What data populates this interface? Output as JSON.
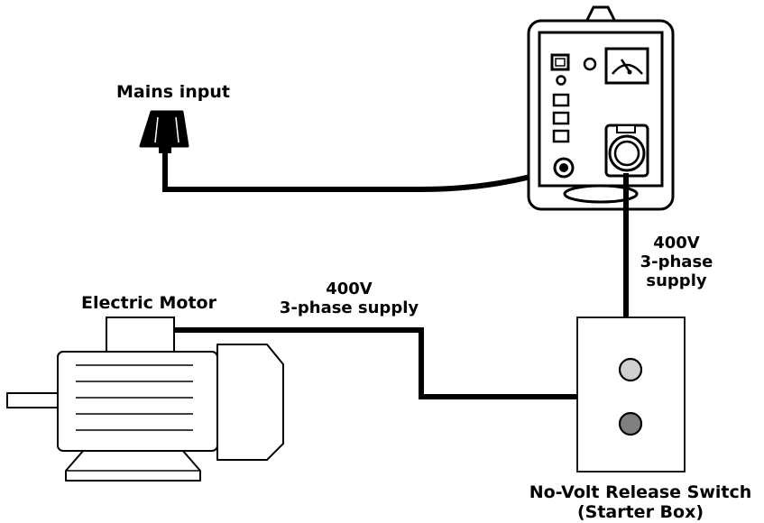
{
  "labels": {
    "mains_input": "Mains input",
    "electric_motor": "Electric Motor",
    "supply_left_line1": "400V",
    "supply_left_line2": "3-phase supply",
    "supply_right_line1": "400V",
    "supply_right_line2": "3-phase",
    "supply_right_line3": "supply",
    "switch_line1": "No-Volt Release Switch",
    "switch_line2": "(Starter Box)"
  },
  "colors": {
    "stroke": "#000000",
    "background": "#ffffff",
    "button_light": "#d0d0d0",
    "button_dark": "#808080"
  }
}
